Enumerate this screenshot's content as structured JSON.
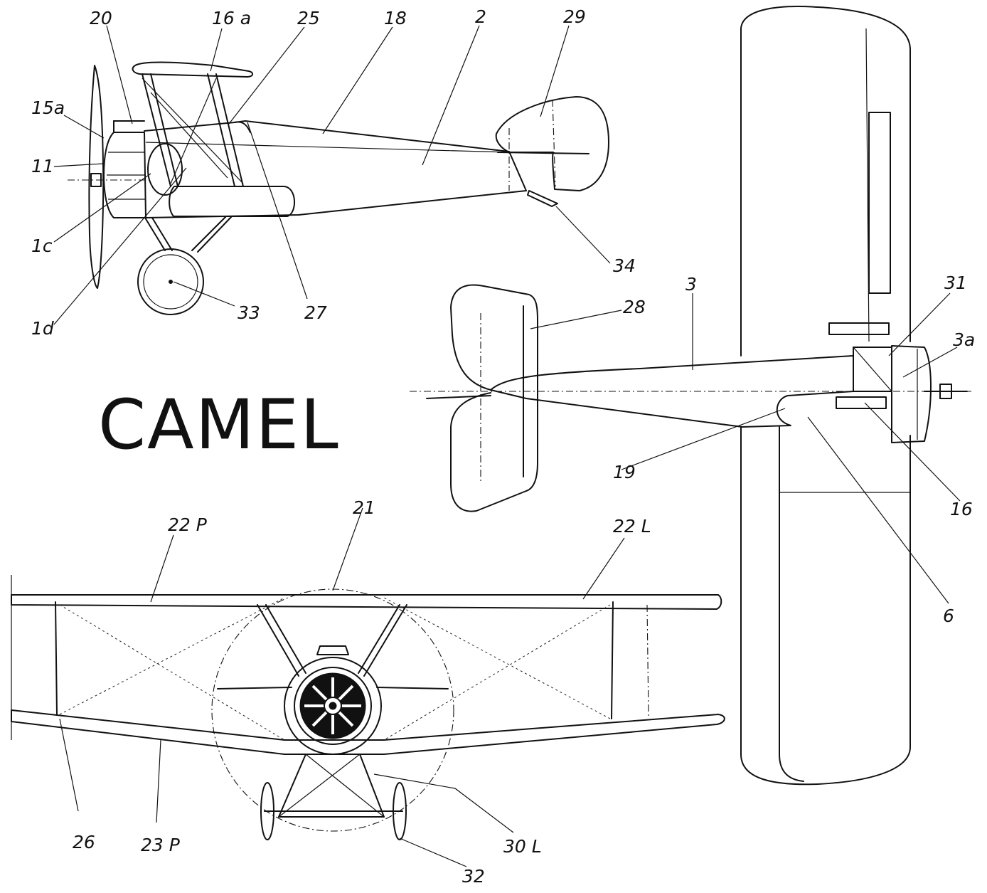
{
  "title": "CAMEL",
  "callouts": {
    "c20": "20",
    "c16a": "16 a",
    "c25": "25",
    "c18": "18",
    "c2": "2",
    "c29": "29",
    "c15a": "15a",
    "c11": "11",
    "c1c": "1c",
    "c1d": "1d",
    "c33": "33",
    "c27": "27",
    "c34": "34",
    "c3": "3",
    "c28": "28",
    "c31": "31",
    "c3a": "3a",
    "c19": "19",
    "c16": "16",
    "c6": "6",
    "c22p": "22 P",
    "c21": "21",
    "c22l": "22 L",
    "c26": "26",
    "c23p": "23 P",
    "c30l": "30 L",
    "c32": "32"
  }
}
